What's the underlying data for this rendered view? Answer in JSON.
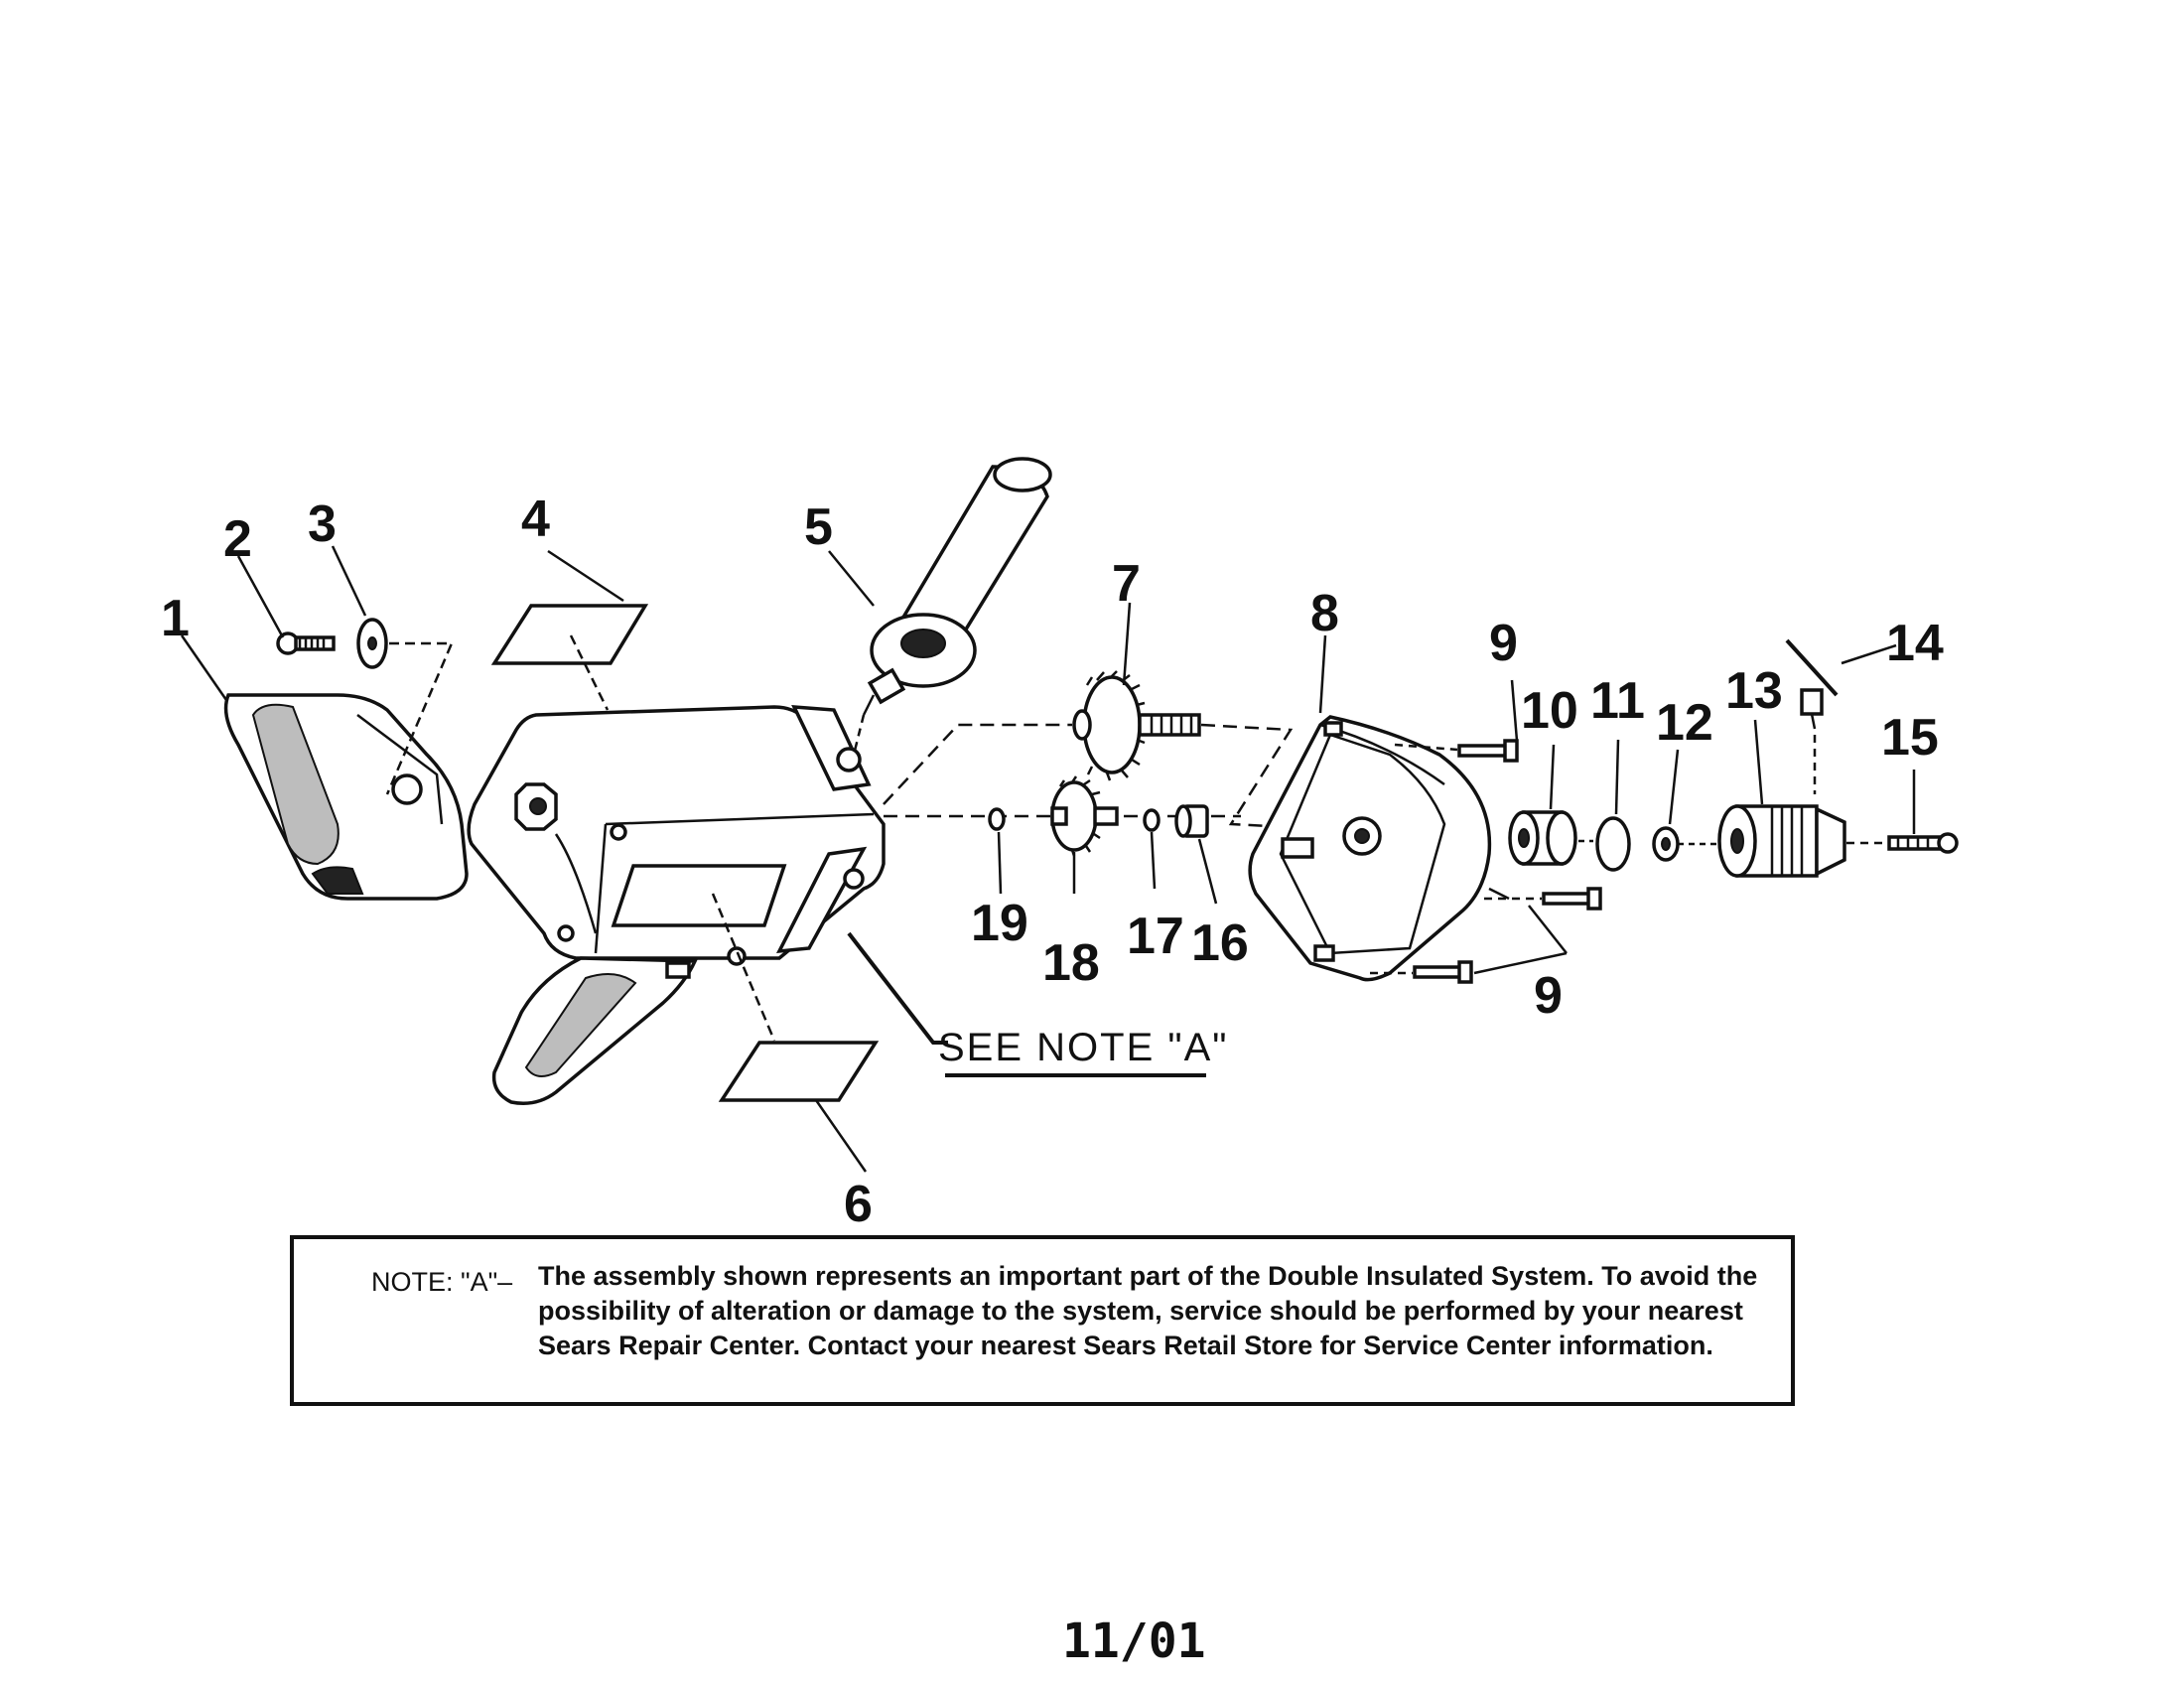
{
  "callouts": {
    "c1": "1",
    "c2": "2",
    "c3": "3",
    "c4": "4",
    "c5": "5",
    "c6": "6",
    "c7": "7",
    "c8": "8",
    "c9a": "9",
    "c9b": "9",
    "c10": "10",
    "c11": "11",
    "c12": "12",
    "c13": "13",
    "c14": "14",
    "c15": "15",
    "c16": "16",
    "c17": "17",
    "c18": "18",
    "c19": "19"
  },
  "see_note": "SEE NOTE \"A\"",
  "note": {
    "head": "NOTE: \"A\"–",
    "text": "The assembly shown represents an important part of the Double Insulated System. To avoid the possibility of alteration or damage to the system, service should be performed by your nearest Sears Repair Center. Contact your nearest Sears Retail Store for Service Center information."
  },
  "page_number": "11/01"
}
